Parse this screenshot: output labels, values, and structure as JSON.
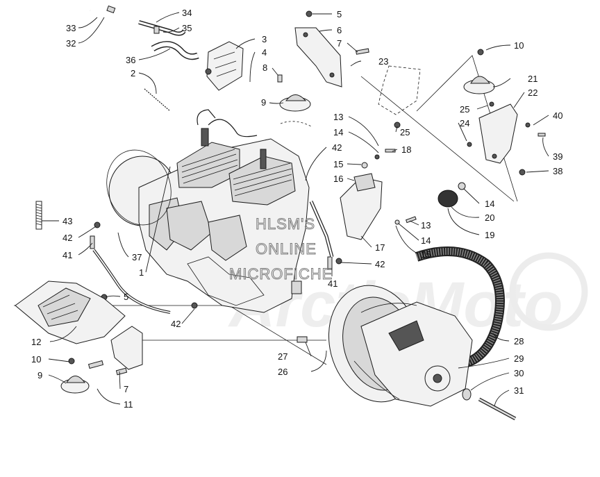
{
  "watermark": {
    "lines": [
      "HLSM'S",
      "ONLINE",
      "MICROFICHE"
    ],
    "logo_text": "ArcticMoto"
  },
  "callouts": [
    {
      "id": "c33",
      "text": "33"
    },
    {
      "id": "c32",
      "text": "32"
    },
    {
      "id": "c34",
      "text": "34"
    },
    {
      "id": "c35",
      "text": "35"
    },
    {
      "id": "c36",
      "text": "36"
    },
    {
      "id": "c2",
      "text": "2"
    },
    {
      "id": "c3",
      "text": "3"
    },
    {
      "id": "c4",
      "text": "4"
    },
    {
      "id": "c8",
      "text": "8"
    },
    {
      "id": "c9a",
      "text": "9"
    },
    {
      "id": "c5a",
      "text": "5"
    },
    {
      "id": "c6",
      "text": "6"
    },
    {
      "id": "c7a",
      "text": "7"
    },
    {
      "id": "c23",
      "text": "23"
    },
    {
      "id": "c10a",
      "text": "10"
    },
    {
      "id": "c21",
      "text": "21"
    },
    {
      "id": "c22",
      "text": "22"
    },
    {
      "id": "c25a",
      "text": "25"
    },
    {
      "id": "c24",
      "text": "24"
    },
    {
      "id": "c40",
      "text": "40"
    },
    {
      "id": "c39",
      "text": "39"
    },
    {
      "id": "c38",
      "text": "38"
    },
    {
      "id": "c25b",
      "text": "25"
    },
    {
      "id": "c13a",
      "text": "13"
    },
    {
      "id": "c14a",
      "text": "14"
    },
    {
      "id": "c18",
      "text": "18"
    },
    {
      "id": "c42a",
      "text": "42"
    },
    {
      "id": "c15a",
      "text": "15"
    },
    {
      "id": "c16",
      "text": "16"
    },
    {
      "id": "c14b",
      "text": "14"
    },
    {
      "id": "c20",
      "text": "20"
    },
    {
      "id": "c19",
      "text": "19"
    },
    {
      "id": "c43",
      "text": "43"
    },
    {
      "id": "c42b",
      "text": "42"
    },
    {
      "id": "c41a",
      "text": "41"
    },
    {
      "id": "c37",
      "text": "37"
    },
    {
      "id": "c1",
      "text": "1"
    },
    {
      "id": "c13b",
      "text": "13"
    },
    {
      "id": "c14c",
      "text": "14"
    },
    {
      "id": "c15b",
      "text": "15"
    },
    {
      "id": "c17",
      "text": "17"
    },
    {
      "id": "c42c",
      "text": "42"
    },
    {
      "id": "c41b",
      "text": "41"
    },
    {
      "id": "c5b",
      "text": "5"
    },
    {
      "id": "c12",
      "text": "12"
    },
    {
      "id": "c10b",
      "text": "10"
    },
    {
      "id": "c9b",
      "text": "9"
    },
    {
      "id": "c7b",
      "text": "7"
    },
    {
      "id": "c11",
      "text": "11"
    },
    {
      "id": "c42d",
      "text": "42"
    },
    {
      "id": "c27",
      "text": "27"
    },
    {
      "id": "c26",
      "text": "26"
    },
    {
      "id": "c28",
      "text": "28"
    },
    {
      "id": "c29",
      "text": "29"
    },
    {
      "id": "c30",
      "text": "30"
    },
    {
      "id": "c31",
      "text": "31"
    }
  ]
}
